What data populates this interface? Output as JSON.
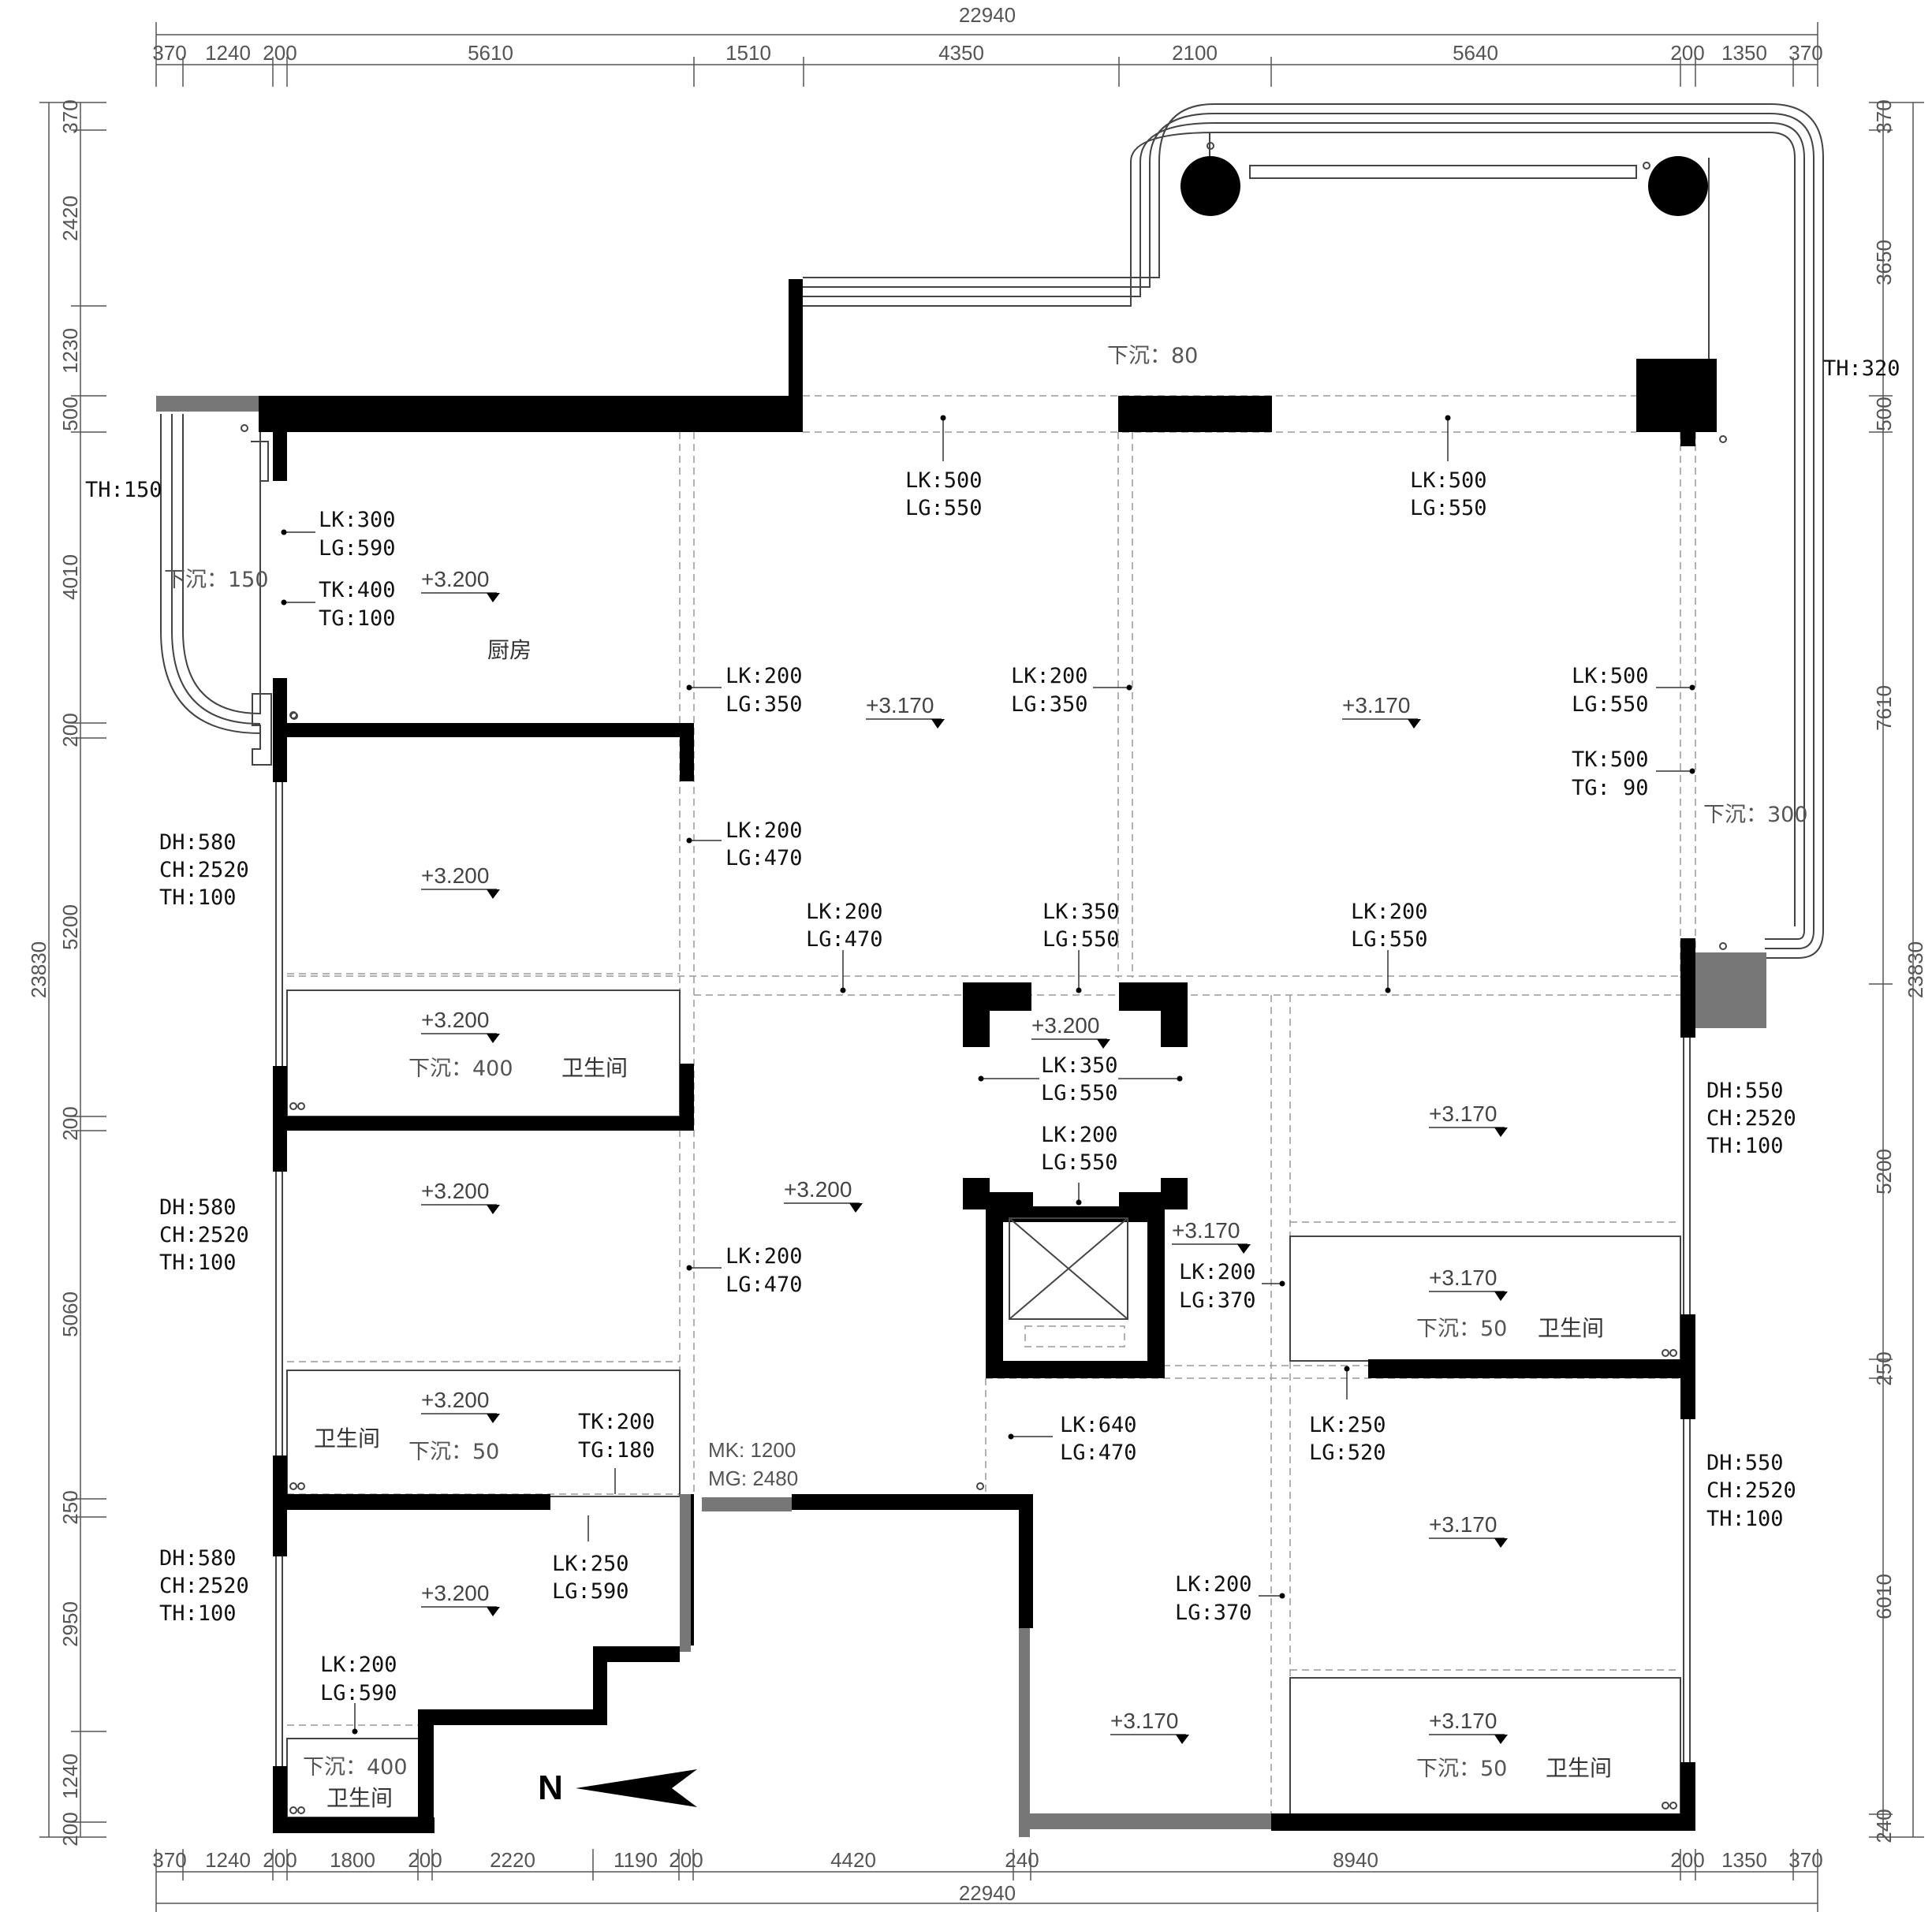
{
  "dimensions": {
    "top_total": "22940",
    "top_segments": [
      "370",
      "1240",
      "200",
      "5610",
      "1510",
      "4350",
      "2100",
      "5640",
      "200",
      "1350",
      "370"
    ],
    "bottom_total": "22940",
    "bottom_segments": [
      "370",
      "1240",
      "200",
      "1800",
      "200",
      "2220",
      "1190",
      "200",
      "4420",
      "240",
      "8940",
      "200",
      "1350",
      "370"
    ],
    "left_total": "23830",
    "left_segments": [
      "370",
      "2420",
      "1230",
      "500",
      "4010",
      "200",
      "5200",
      "200",
      "5060",
      "250",
      "2950",
      "1240",
      "200"
    ],
    "right_total": "23830",
    "right_segments": [
      "370",
      "3650",
      "500",
      "7610",
      "5200",
      "250",
      "6010",
      "240"
    ]
  },
  "beams": {
    "b1": [
      "LK:500",
      "LG:550"
    ],
    "b2": [
      "LK:500",
      "LG:550"
    ],
    "b3": [
      "LK:300",
      "LG:590"
    ],
    "b4": [
      "TK:400",
      "TG:100"
    ],
    "b5": [
      "LK:200",
      "LG:350"
    ],
    "b6": [
      "LK:200",
      "LG:350"
    ],
    "b7": [
      "LK:500",
      "LG:550"
    ],
    "b8": [
      "TK:500",
      "TG: 90"
    ],
    "b9": [
      "LK:200",
      "LG:470"
    ],
    "b10": [
      "LK:200",
      "LG:470"
    ],
    "b11": [
      "LK:350",
      "LG:550"
    ],
    "b12": [
      "LK:200",
      "LG:550"
    ],
    "b13": [
      "LK:350",
      "LG:550"
    ],
    "b14": [
      "LK:200",
      "LG:550"
    ],
    "b15": [
      "LK:200",
      "LG:470"
    ],
    "b16": [
      "LK:200",
      "LG:370"
    ],
    "b17": [
      "TK:200",
      "TG:180"
    ],
    "b18": [
      "LK:640",
      "LG:470"
    ],
    "b19": [
      "LK:250",
      "LG:520"
    ],
    "b20": [
      "LK:250",
      "LG:590"
    ],
    "b21": [
      "LK:200",
      "LG:370"
    ],
    "b22": [
      "LK:200",
      "LG:590"
    ]
  },
  "door": [
    "MK: 1200",
    "MG: 2480"
  ],
  "windows": {
    "w1": [
      "DH:580",
      "CH:2520",
      "TH:100"
    ],
    "w2": [
      "DH:580",
      "CH:2520",
      "TH:100"
    ],
    "w3": [
      "DH:580",
      "CH:2520",
      "TH:100"
    ],
    "w4": [
      "DH:550",
      "CH:2520",
      "TH:100"
    ],
    "w5": [
      "DH:550",
      "CH:2520",
      "TH:100"
    ]
  },
  "balcony_heights": {
    "left": "TH:150",
    "right": "TH:320"
  },
  "levels": {
    "kitchen": "+3.200",
    "room_left_1": "+3.200",
    "bath_left_1": "+3.200",
    "room_left_2": "+3.200",
    "bath_left_2": "+3.200",
    "room_left_3": "+3.200",
    "mid_hall": "+3.200",
    "shaft_top": "+3.200",
    "living_1": "+3.170",
    "living_2": "+3.170",
    "right_room_1": "+3.170",
    "right_bath_1": "+3.170",
    "lift_side": "+3.170",
    "right_room_2": "+3.170",
    "mid_low": "+3.170",
    "right_bath_2": "+3.170"
  },
  "sinks": {
    "balcony_top": "下沉：80",
    "balcony_left": "下沉：150",
    "balcony_right": "下沉：300",
    "bath_left_1": "下沉：400",
    "bath_left_2": "下沉：50",
    "bath_left_3": "下沉：400",
    "bath_right_1": "下沉：50",
    "bath_right_2": "下沉：50"
  },
  "rooms": {
    "kitchen": "厨房",
    "bath_left_1": "卫生间",
    "bath_left_2": "卫生间",
    "bath_left_3": "卫生间",
    "bath_right_1": "卫生间",
    "bath_right_2": "卫生间"
  },
  "north_label": "N"
}
